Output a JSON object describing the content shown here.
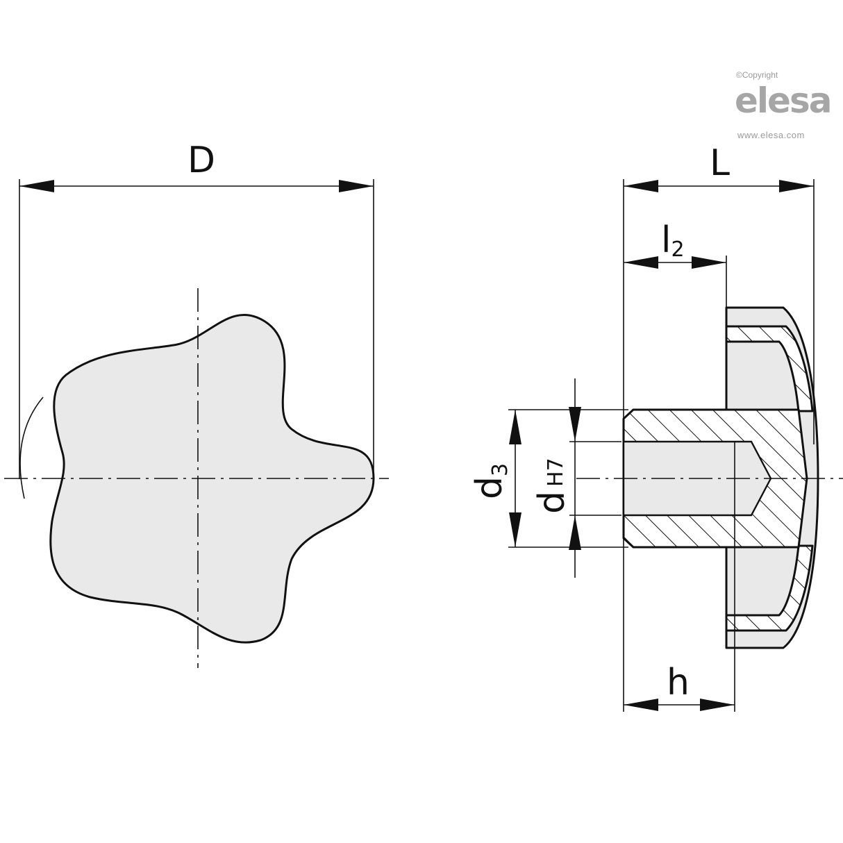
{
  "branding": {
    "copyright": "©Copyright",
    "logo": "elesa",
    "url": "www.elesa.com"
  },
  "dimensions": {
    "D": "D",
    "L": "L",
    "l2_base": "l",
    "l2_sub": "2",
    "h": "h",
    "d3_base": "d",
    "d3_sub": "3",
    "d_base": "d",
    "d_sub": "H7"
  },
  "colors": {
    "line": "#111111",
    "fill": "#e9e9e9",
    "watermark": "#a6a6a6"
  }
}
